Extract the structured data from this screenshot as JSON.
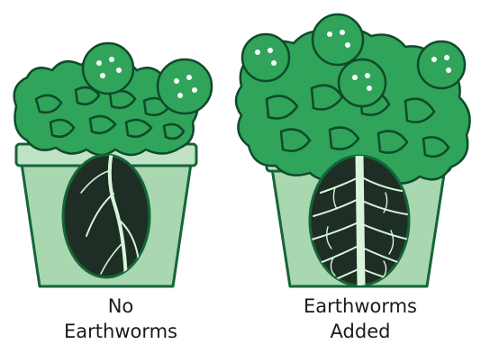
{
  "panels": [
    {
      "caption_line1": "No",
      "caption_line2": "Earthworms"
    },
    {
      "caption_line1": "Earthworms",
      "caption_line2": "Added"
    }
  ],
  "colors": {
    "leaf": "#2fa45a",
    "leaf_dark": "#0f4a2a",
    "pot": "#a9d7b0",
    "pot_rim": "#bfe3c4",
    "outline": "#15653a",
    "soil": "#1e2e24",
    "root": "#d8f5dc"
  }
}
